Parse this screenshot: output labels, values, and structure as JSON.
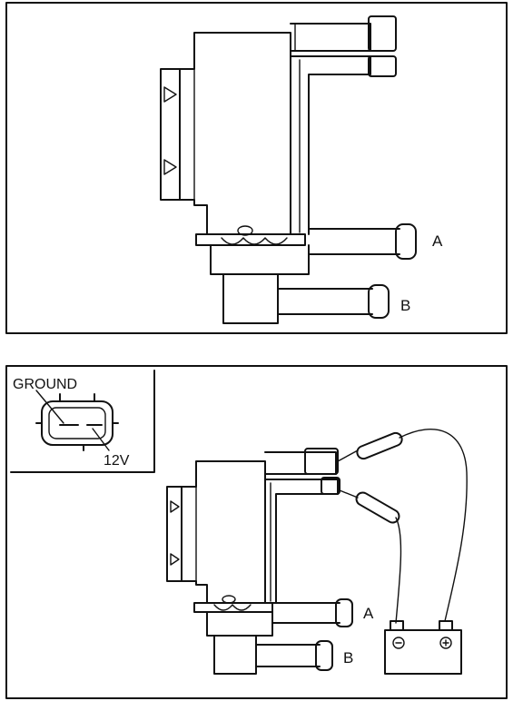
{
  "top_panel": {
    "port_a_label": "A",
    "port_b_label": "B"
  },
  "bottom_panel": {
    "port_a_label": "A",
    "port_b_label": "B",
    "connector_ground_label": "GROUND",
    "connector_voltage_label": "12V",
    "battery_negative_symbol": "⊖",
    "battery_positive_symbol": "⊕"
  }
}
